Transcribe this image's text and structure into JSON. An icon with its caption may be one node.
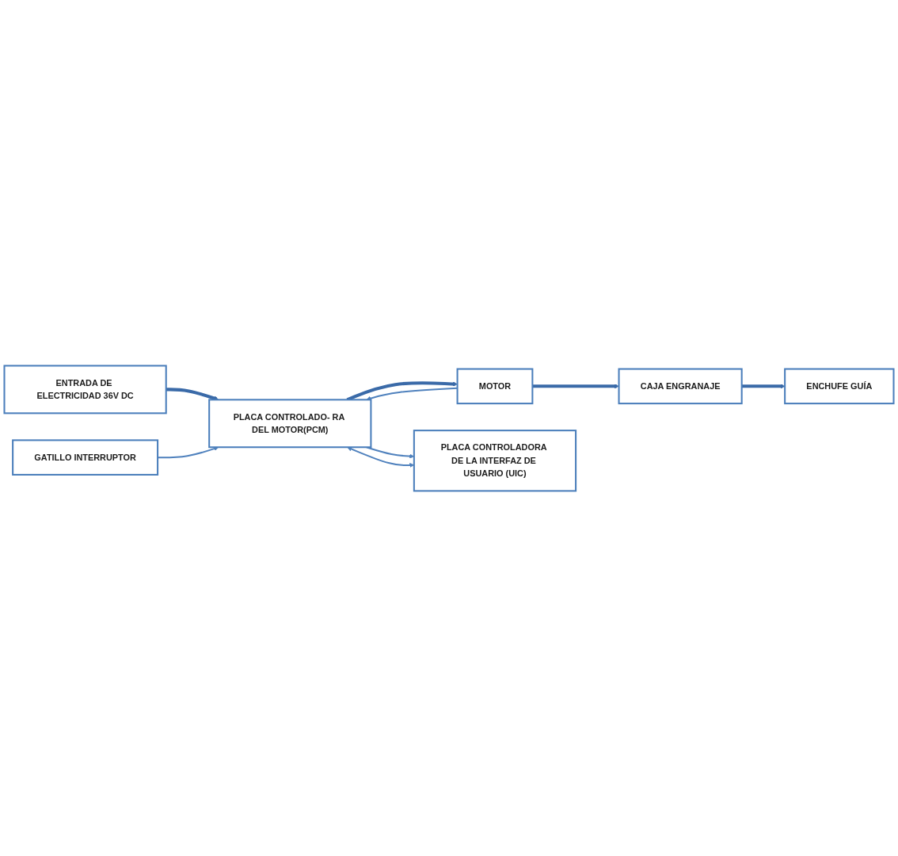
{
  "diagram": {
    "nodes": [
      {
        "text": [
          "ENTRADA DE ELECTRICIDAD 36V DC"
        ]
      },
      {
        "text": [
          "GATILLO INTERRUPTOR"
        ]
      },
      {
        "text": [
          "PLACA CONTROLADO- RA DEL MOTOR(PCM)"
        ]
      },
      {
        "text": [
          "MOTOR"
        ]
      },
      {
        "text": [
          "CAJA ENGRANAJE"
        ]
      },
      {
        "text": [
          "ENCHUFE GUÍA"
        ]
      },
      {
        "text": [
          "PLACA CONTROLADORA DE LA INTERFAZ DE USUARIO (UIC)"
        ]
      }
    ],
    "edges": [
      {
        "from": 0,
        "to": 2,
        "arrow": "to",
        "style": "thick"
      },
      {
        "from": 1,
        "to": 2,
        "arrow": "to"
      },
      {
        "from": 2,
        "to": 3,
        "arrow": "to",
        "style": "thick"
      },
      {
        "from": 3,
        "to": 2,
        "arrow": "to"
      },
      {
        "from": 3,
        "to": 4,
        "arrow": "to",
        "style": "thick"
      },
      {
        "from": 4,
        "to": 5,
        "arrow": "to",
        "style": "thick"
      },
      {
        "from": 2,
        "to": 6,
        "arrow": "to"
      },
      {
        "from": 2,
        "to": 6,
        "arrow": "both"
      }
    ]
  }
}
